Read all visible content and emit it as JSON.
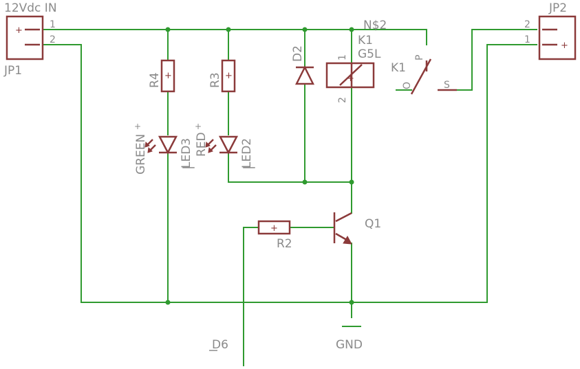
{
  "labels": {
    "title": "12Vdc IN",
    "jp1": "JP1",
    "jp2": "JP2",
    "jp1_pin1": "1",
    "jp1_pin2": "2",
    "jp2_pin2": "2",
    "jp2_pin1": "1",
    "net_n2": "N$2",
    "k1": "K1",
    "g5l": "G5L",
    "k1_pin1": "1",
    "k1_pin2": "2",
    "k1_switch": "K1",
    "switch_o": "O",
    "switch_p": "P",
    "switch_s": "S",
    "d2": "D2",
    "r4": "R4",
    "r3": "R3",
    "r2": "R2",
    "led3": "LED3",
    "led2": "LED2",
    "green": "GREEN",
    "red": "RED",
    "q1": "Q1",
    "gnd": "GND",
    "d6": "D6",
    "plus": "+"
  },
  "colors": {
    "wire": "#2f9a2f",
    "symbol": "#8b3a3a",
    "text": "#8a8a8a"
  }
}
